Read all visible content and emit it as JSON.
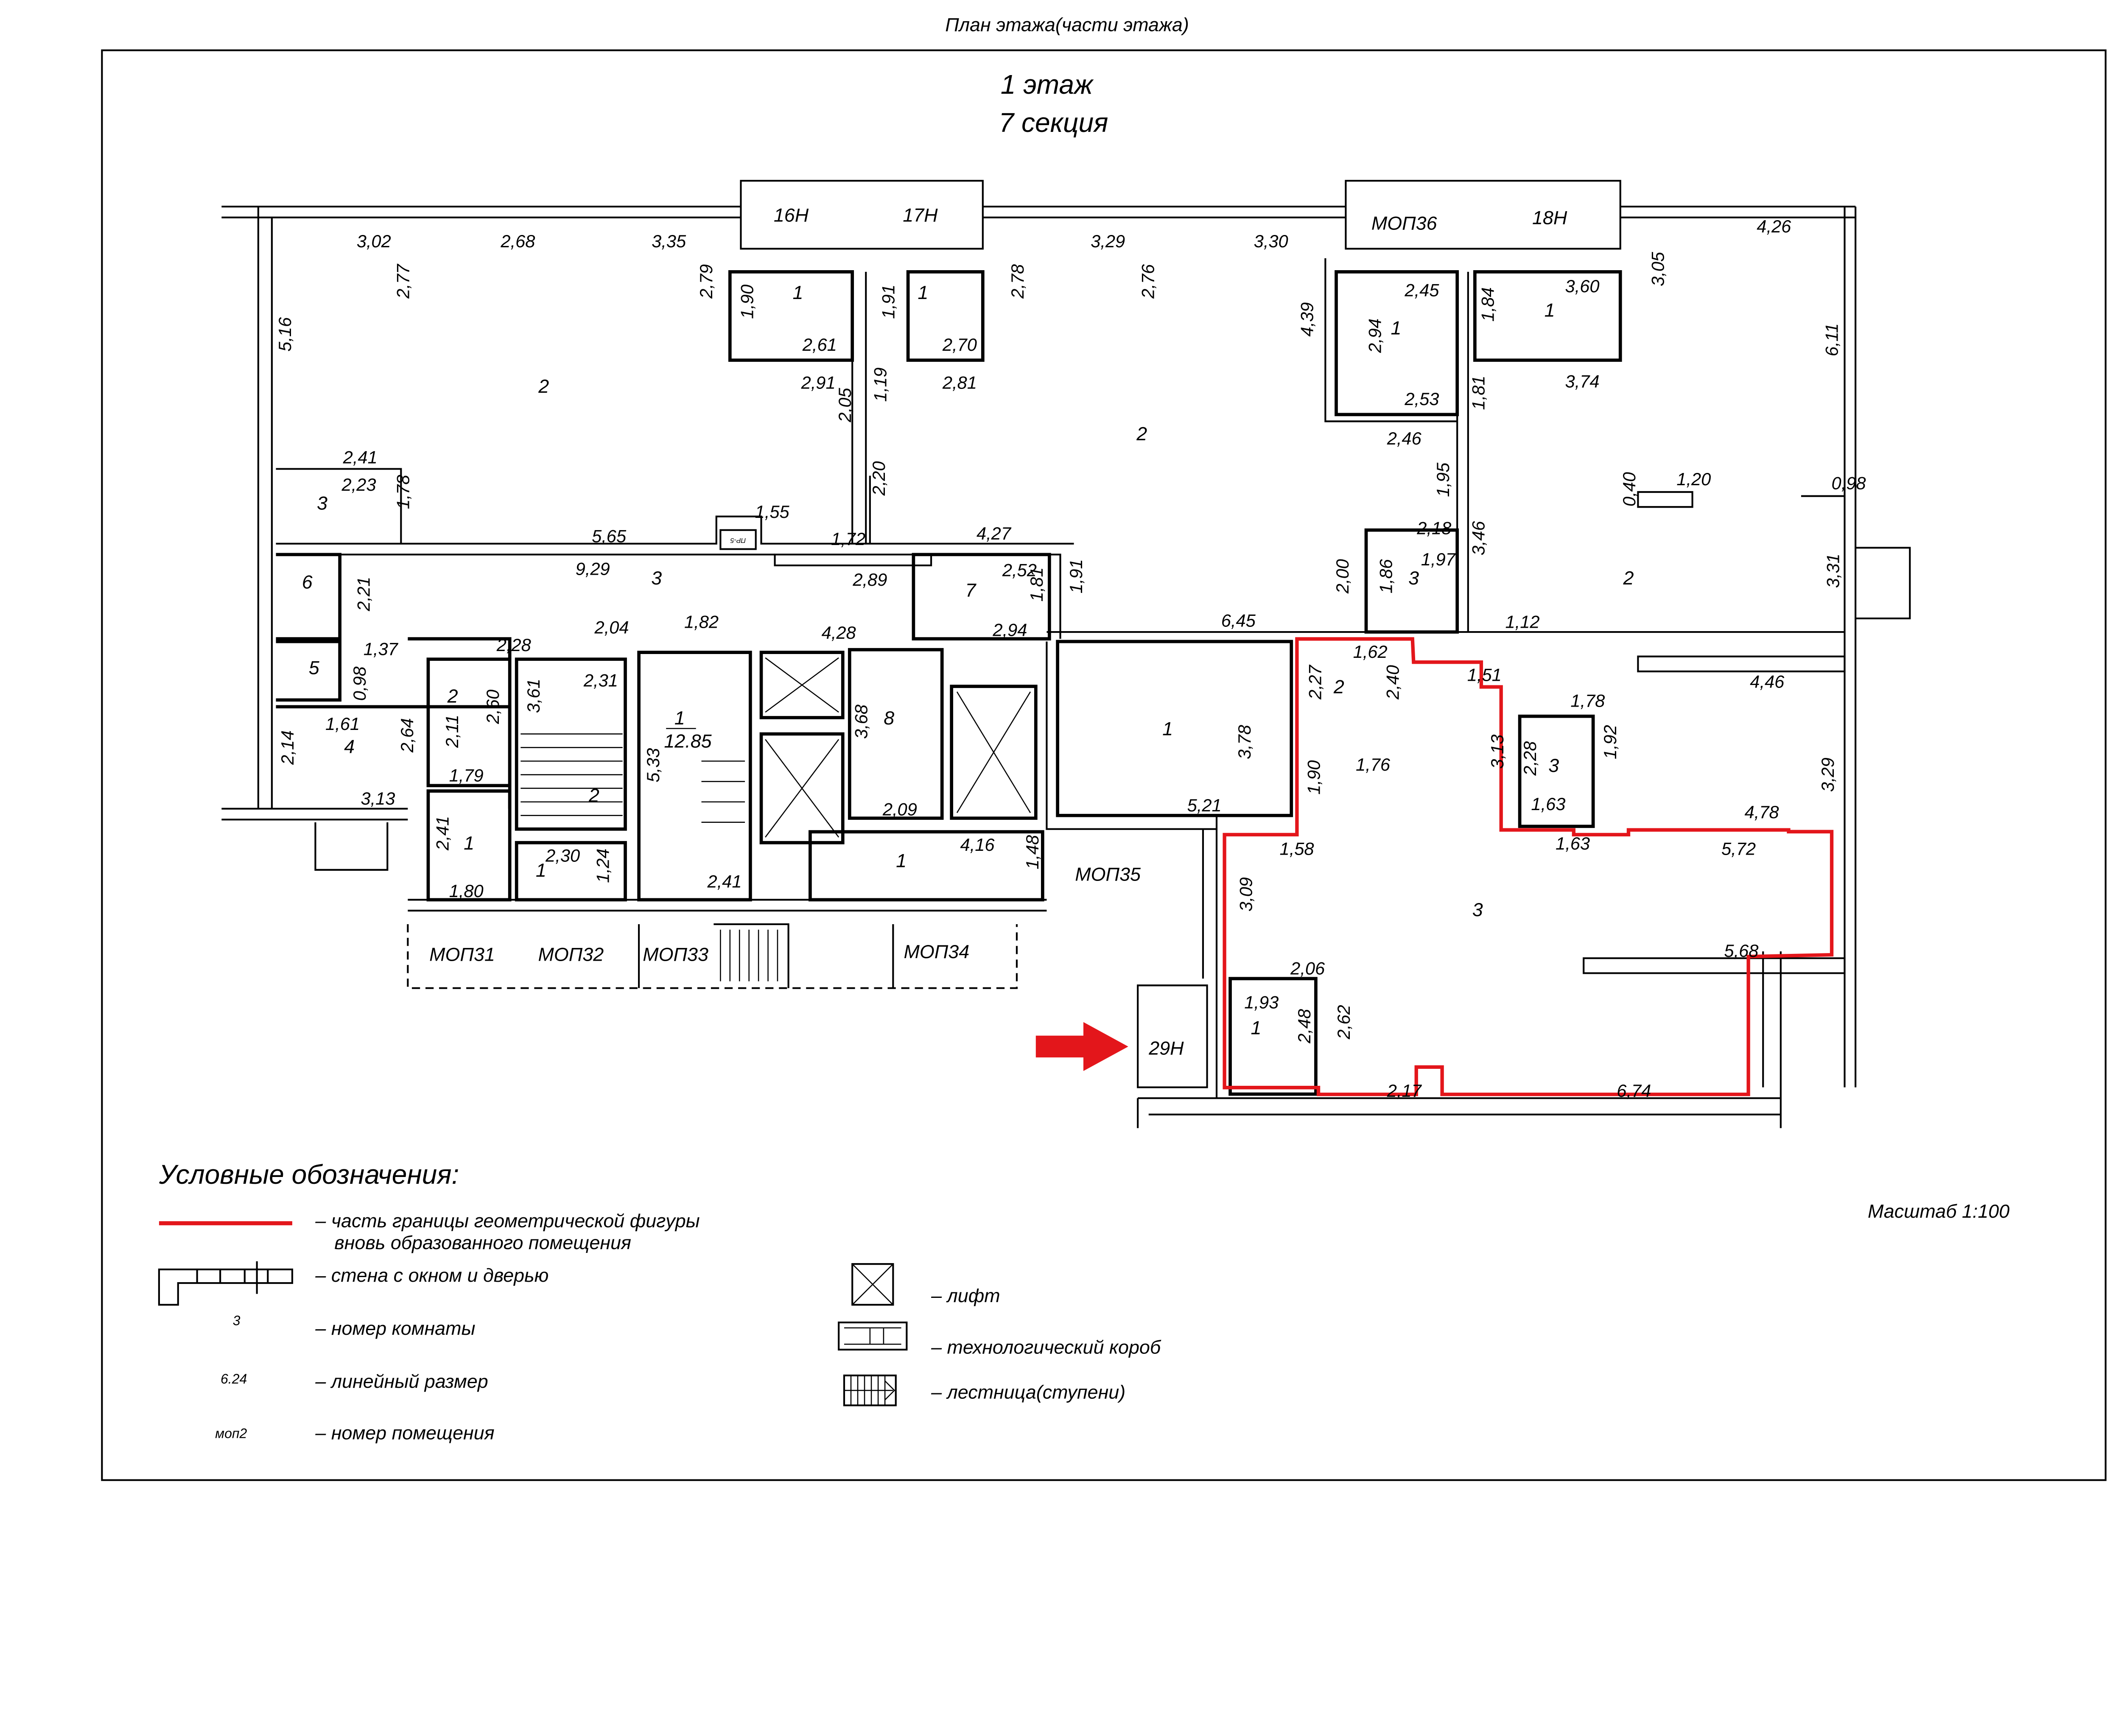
{
  "header": {
    "sheet_title": "План этажа(части этажа)",
    "floor": "1 этаж",
    "section": "7 секция",
    "scale": "Масштаб 1:100"
  },
  "colors": {
    "boundary": "#e3161b",
    "lines": "#000000"
  },
  "premises": [
    "16Н",
    "17Н",
    "МОП36",
    "18Н",
    "МОП31",
    "МОП32",
    "МОП33",
    "МОП34",
    "МОП35",
    "29Н"
  ],
  "tech_box_label": "ПР-5",
  "stair_area": {
    "number": "1",
    "area": "12.85"
  },
  "rooms": [
    "2",
    "1",
    "1",
    "2",
    "3",
    "3",
    "6",
    "5",
    "4",
    "7",
    "2",
    "2",
    "1",
    "1",
    "8",
    "1",
    "1",
    "1",
    "1",
    "2",
    "3",
    "2",
    "3",
    "3",
    "1"
  ],
  "dims": [
    "3,02",
    "2,68",
    "3,35",
    "2,77",
    "2,79",
    "5,16",
    "1,90",
    "1,91",
    "2,61",
    "2,70",
    "2,91",
    "2,81",
    "2,05",
    "1,19",
    "2,78",
    "3,29",
    "2,76",
    "3,30",
    "2,20",
    "1,55",
    "1,72",
    "4,27",
    "2,41",
    "2,23",
    "1,78",
    "5,65",
    "9,29",
    "2,89",
    "2,52",
    "1,81",
    "1,91",
    "2,94",
    "2,21",
    "1,37",
    "0,98",
    "1,61",
    "2,14",
    "2,64",
    "3,13",
    "2,28",
    "2,04",
    "1,82",
    "2,60",
    "2,11",
    "1,79",
    "3,61",
    "2,31",
    "5,33",
    "2,41",
    "4,28",
    "3,68",
    "2,09",
    "4,16",
    "1,48",
    "2,41",
    "1,80",
    "2,30",
    "1,24",
    "6,45",
    "3,78",
    "5,21",
    "2,45",
    "3,60",
    "2,94",
    "1,84",
    "4,39",
    "3,74",
    "2,53",
    "1,81",
    "2,46",
    "3,05",
    "4,26",
    "6,11",
    "1,95",
    "3,46",
    "2,18",
    "1,97",
    "2,00",
    "1,86",
    "0,40",
    "1,20",
    "0,98",
    "3,31",
    "1,12",
    "4,46",
    "1,62",
    "2,27",
    "2,40",
    "1,51",
    "1,78",
    "3,13",
    "2,28",
    "1,92",
    "3,29",
    "1,63",
    "4,78",
    "1,76",
    "1,90",
    "1,58",
    "1,63",
    "5,72",
    "3,09",
    "5,68",
    "2,06",
    "1,93",
    "2,48",
    "2,62",
    "2,17",
    "6,74"
  ],
  "legend": {
    "title": "Условные обозначения:",
    "items": [
      {
        "label": "– часть границы геометрической фигуры",
        "label2": "вновь образованного помещения",
        "icon": "red-boundary-line"
      },
      {
        "label": "– стена с окном и дверью",
        "icon": "wall-window-door"
      },
      {
        "label": "– номер комнаты",
        "sample": "3"
      },
      {
        "label": "– линейный размер",
        "sample": "6.24"
      },
      {
        "label": "– номер помещения",
        "sample": "моп2"
      },
      {
        "label": "– лифт",
        "icon": "elevator"
      },
      {
        "label": "– технологический короб",
        "icon": "tech-box"
      },
      {
        "label": "– лестница(ступени)",
        "icon": "stairs"
      }
    ]
  }
}
